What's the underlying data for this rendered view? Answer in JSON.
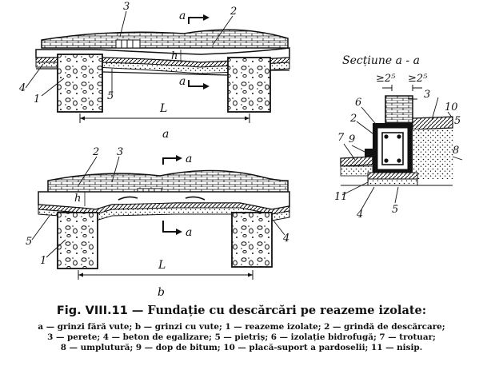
{
  "figure": {
    "caption_number": "Fig. VIII.11",
    "caption_dash": "—",
    "caption_title": "Fundație cu descărcări pe reazeme izolate:",
    "legend_lines": [
      "a — grinzi fără vute; b — grinzi cu vute; 1 — reazeme izolate; 2 — grindă de descărcare;",
      "3 — perete; 4 — beton de egalizare; 5 — pietriș; 6 — izolație bidrofugă; 7 — trotuar;",
      "8 — umplutură; 9 — dop de bitum; 10 — placă-suport a pardoselii; 11 — nisip."
    ]
  },
  "drawing_a": {
    "sublabel": "a",
    "span_label": "L",
    "section_mark": "a",
    "dimension_label": "h",
    "callouts": [
      "1",
      "2",
      "3",
      "4",
      "5"
    ]
  },
  "drawing_b": {
    "sublabel": "b",
    "span_label": "L",
    "section_mark": "a",
    "dimension_label": "h",
    "callouts": [
      "1",
      "2",
      "3",
      "4",
      "5"
    ]
  },
  "section": {
    "title": "Secțiune a - a",
    "dim_left": "≥2⁵",
    "dim_right": "≥2⁵",
    "callouts": [
      "2",
      "3",
      "4",
      "5",
      "6",
      "7",
      "8",
      "9",
      "10",
      "11"
    ]
  }
}
